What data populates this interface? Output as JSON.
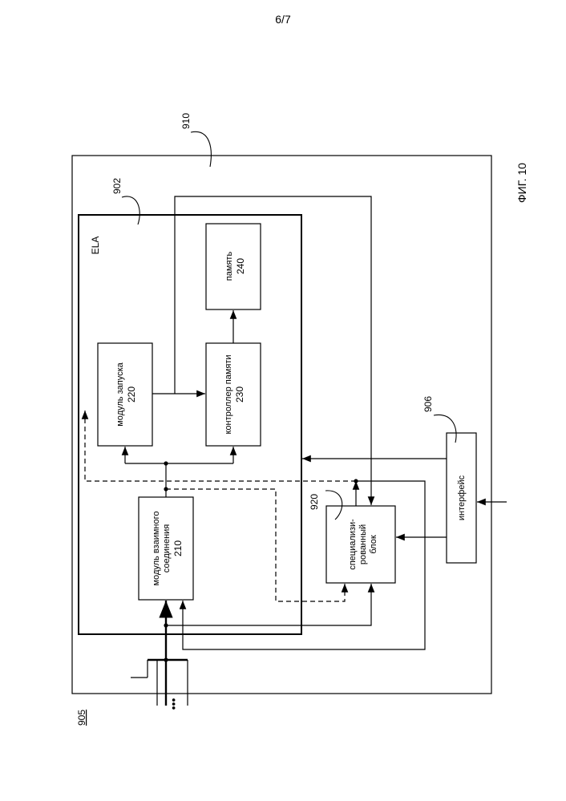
{
  "page_number": "6/7",
  "figure_label": "ФИГ. 10",
  "labels": {
    "device": "905",
    "outer": "910",
    "ela_ref": "902",
    "interface_ref": "906",
    "special_ref": "920",
    "ela_title": "ELA",
    "more": "•••"
  },
  "blocks": {
    "interconnect": {
      "line1": "модуль взаимного",
      "line2": "соединения",
      "num": "210"
    },
    "launch": {
      "line1": "модуль запуска",
      "num": "220"
    },
    "memctrl": {
      "line1": "контроллер памяти",
      "num": "230"
    },
    "memory": {
      "line1": "память",
      "num": "240"
    },
    "special": {
      "line1": "специализи-",
      "line2": "рованный",
      "line3": "блок"
    },
    "interface": {
      "line1": "интерфейс"
    }
  }
}
